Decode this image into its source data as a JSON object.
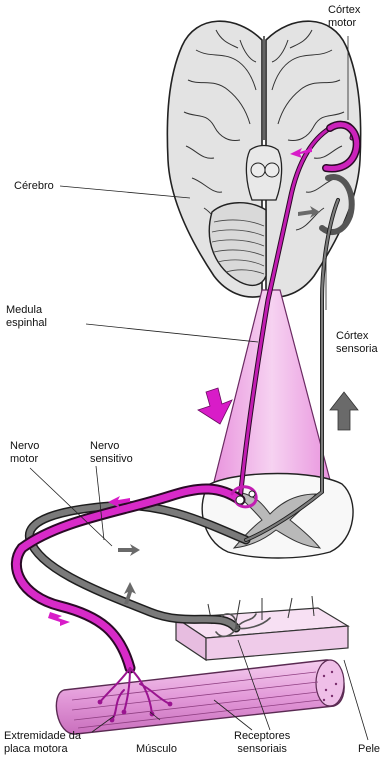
{
  "labels": {
    "cortex_motor": [
      "Córtex",
      "motor"
    ],
    "cerebro": "Cérebro",
    "medula": [
      "Medula",
      "espinhal"
    ],
    "cortex_sensoria": [
      "Córtex",
      "sensoria"
    ],
    "nervo_motor": [
      "Nervo",
      "motor"
    ],
    "nervo_sensitivo": [
      "Nervo",
      "sensitivo"
    ],
    "extremidade": [
      "Extremidade da",
      "placa motora"
    ],
    "musculo": "Músculo",
    "receptores": [
      "Receptores",
      "sensoriais"
    ],
    "pele": "Pele"
  },
  "colors": {
    "motor_pathway": "#c020b0",
    "sensory_pathway": "#606060",
    "cord_fill": "#f2b8ec",
    "muscle_fill": "#e8a6e0",
    "skin_fill": "#f6dcf2",
    "brain_fill": "#e2e2e2",
    "arrow_motor": "#d81cc8",
    "arrow_sensory": "#6a6a6a"
  }
}
